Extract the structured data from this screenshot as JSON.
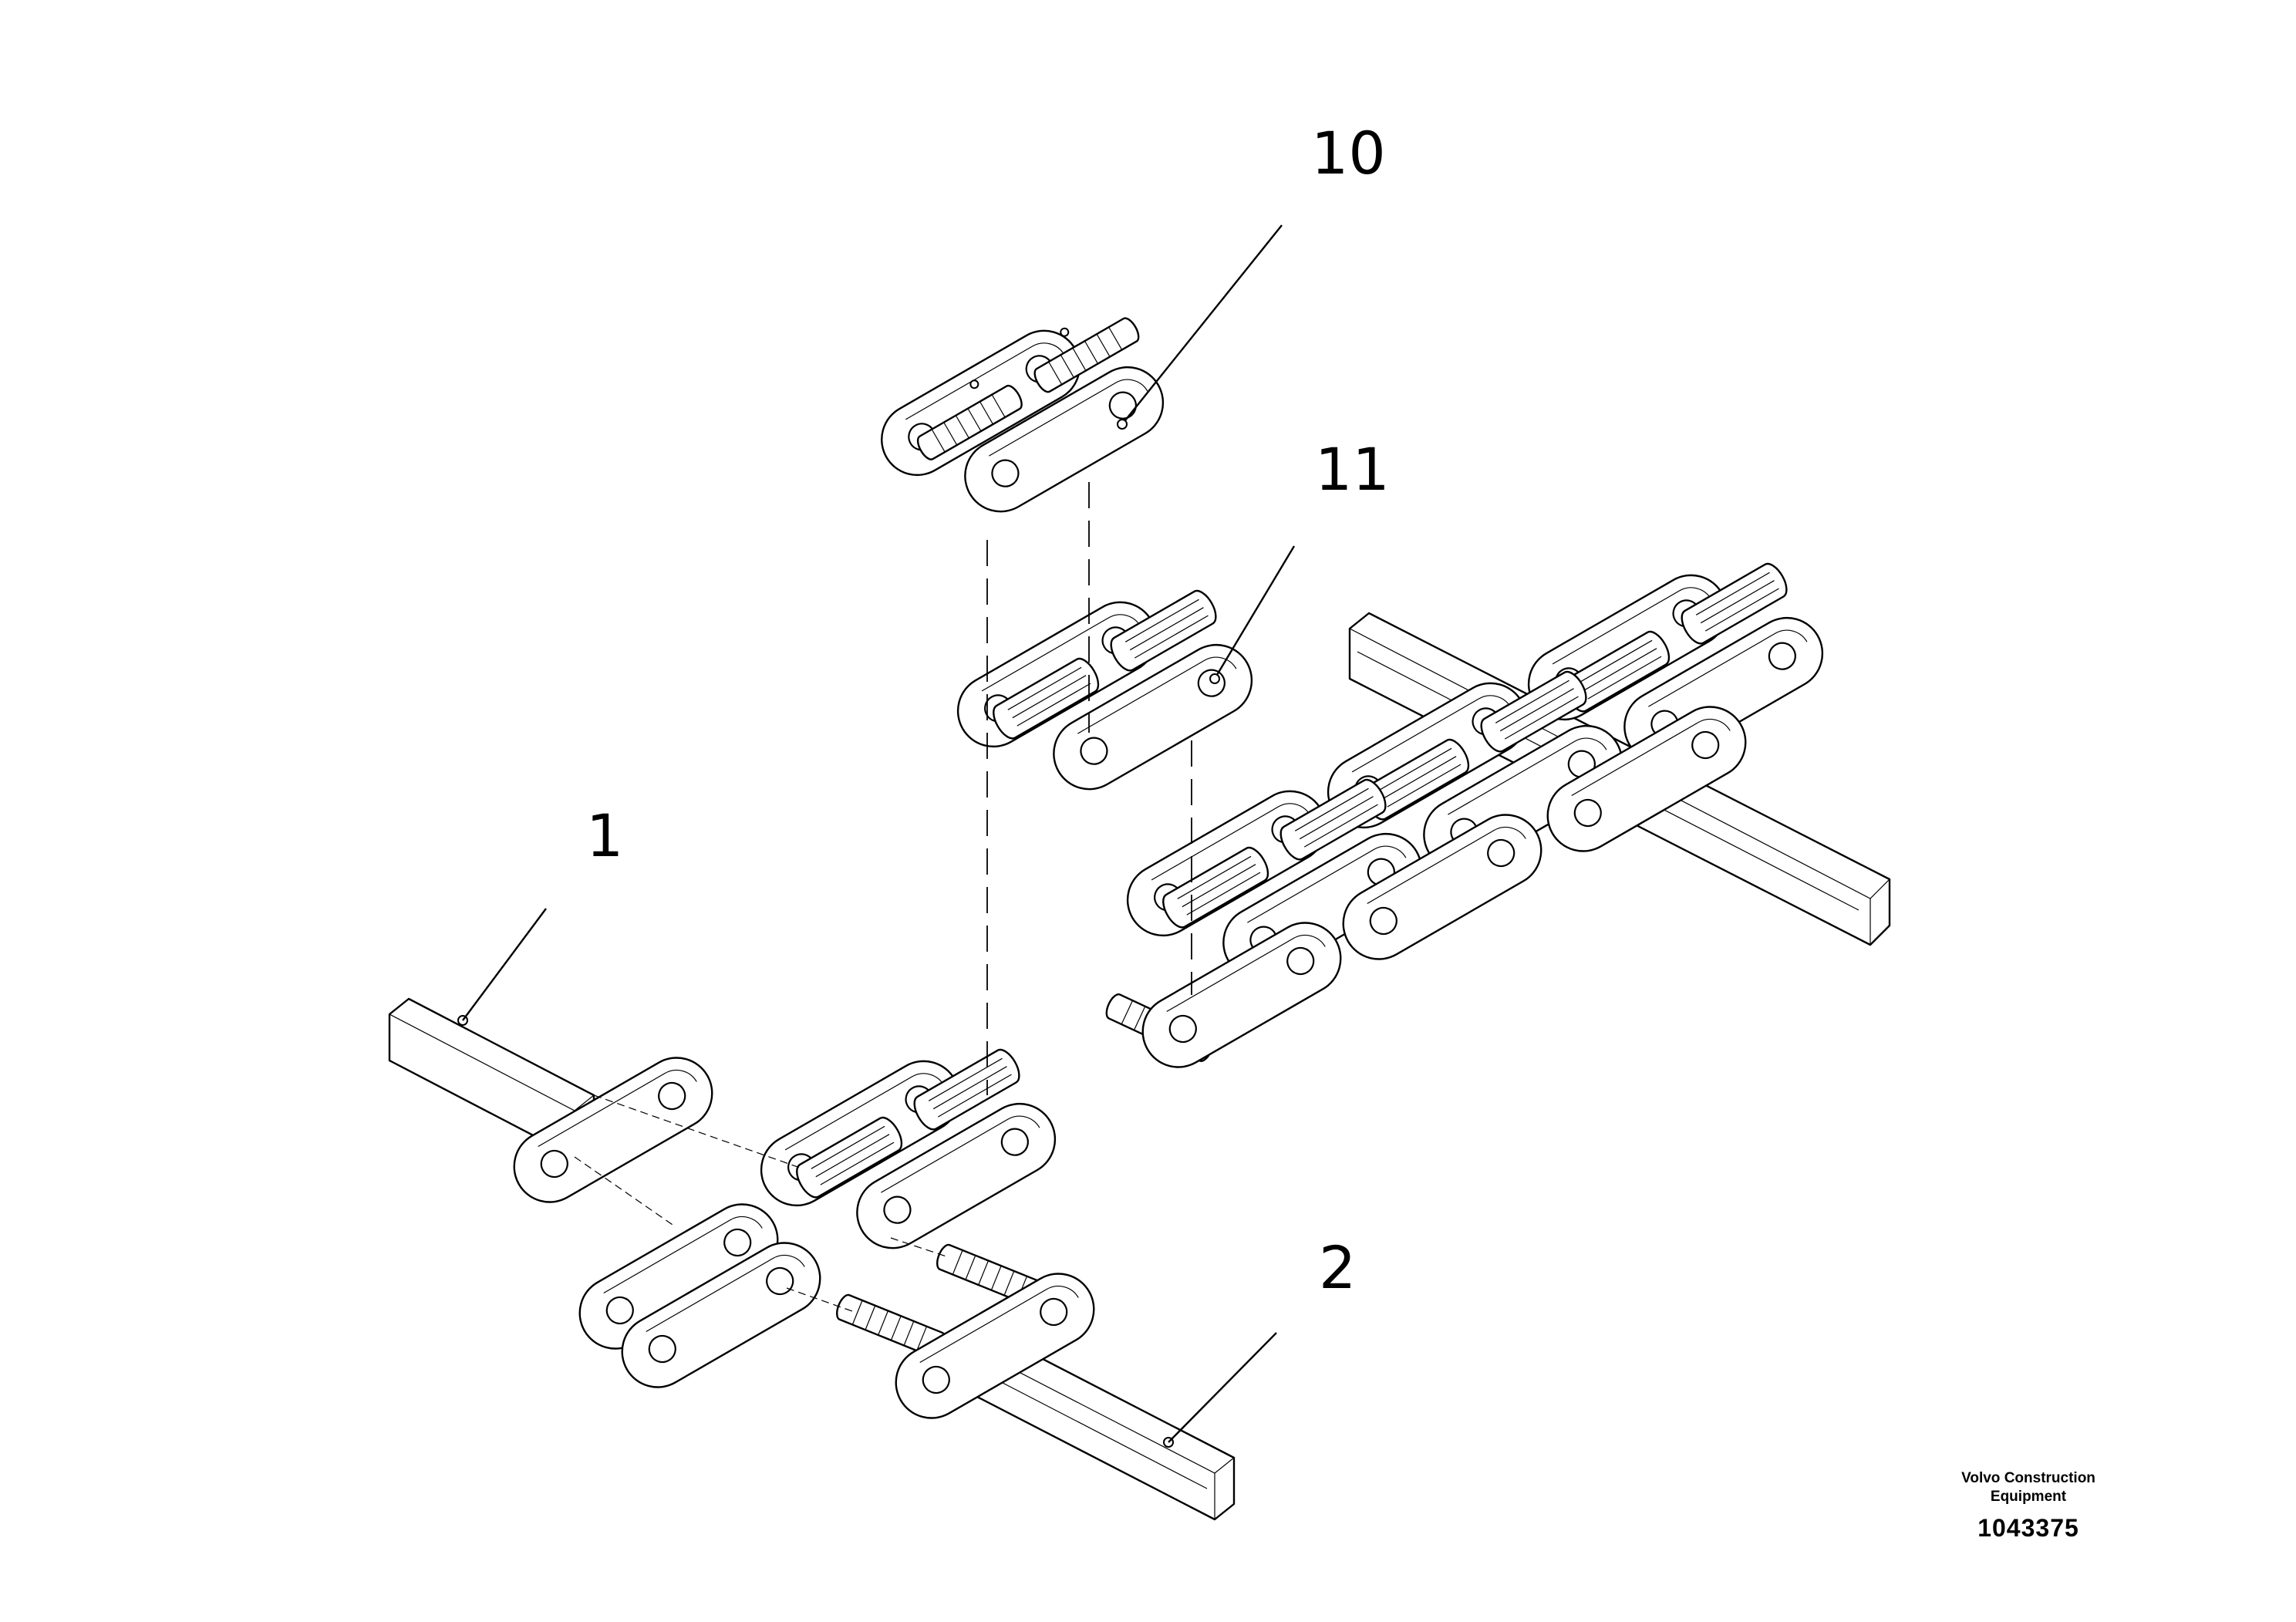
{
  "callouts": {
    "c1": "1",
    "c2": "2",
    "c10": "10",
    "c11": "11"
  },
  "brand": {
    "line1": "Volvo Construction",
    "line2": "Equipment"
  },
  "drawing_number": "1043375"
}
